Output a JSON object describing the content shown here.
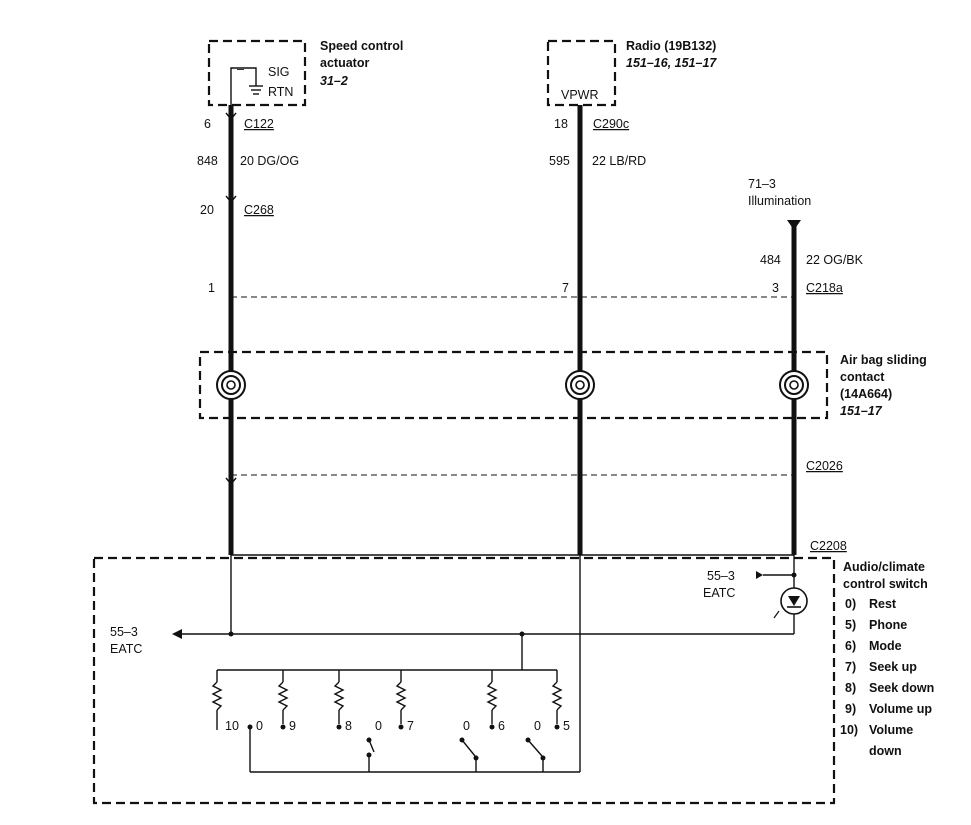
{
  "speed_control": {
    "title_line1": "Speed control",
    "title_line2": "actuator",
    "ref": "31–2",
    "pin_sig": "SIG",
    "pin_rtn": "RTN"
  },
  "radio": {
    "title": "Radio (19B132)",
    "ref": "151–16, 151–17",
    "pin": "VPWR"
  },
  "illumination": {
    "ref": "71–3",
    "label": "Illumination"
  },
  "wire1": {
    "pin_c122": "6",
    "conn_c122": "C122",
    "circuit": "848",
    "gauge_color": "20 DG/OG",
    "pin_c268": "20",
    "conn_c268": "C268",
    "pin_c218a": "1"
  },
  "wire2": {
    "pin_c290c": "18",
    "conn_c290c": "C290c",
    "circuit": "595",
    "gauge_color": "22 LB/RD",
    "pin_c218a": "7"
  },
  "wire3": {
    "circuit": "484",
    "gauge_color": "22 OG/BK",
    "pin_c218a": "3",
    "conn_c218a": "C218a"
  },
  "airbag": {
    "line1": "Air bag sliding",
    "line2": "contact",
    "line3": "(14A664)",
    "ref": "151–17"
  },
  "connectors": {
    "c2026": "C2026",
    "c2208": "C2208"
  },
  "eatc_in": {
    "ref": "55–3",
    "label": "EATC"
  },
  "eatc_out": {
    "ref": "55–3",
    "label": "EATC"
  },
  "switch": {
    "title_line1": "Audio/climate",
    "title_line2": "control switch",
    "positions": [
      {
        "num": "0)",
        "label": "Rest"
      },
      {
        "num": "5)",
        "label": "Phone"
      },
      {
        "num": "6)",
        "label": "Mode"
      },
      {
        "num": "7)",
        "label": "Seek up"
      },
      {
        "num": "8)",
        "label": "Seek down"
      },
      {
        "num": "9)",
        "label": "Volume up"
      },
      {
        "num": "10)",
        "label": "Volume"
      }
    ],
    "last_line2": "down",
    "contact_labels": {
      "r10": "10",
      "z1": "0",
      "r9": "9",
      "r8": "8",
      "z2": "0",
      "r7": "7",
      "z3": "0",
      "r6": "6",
      "z4": "0",
      "r5": "5"
    }
  }
}
